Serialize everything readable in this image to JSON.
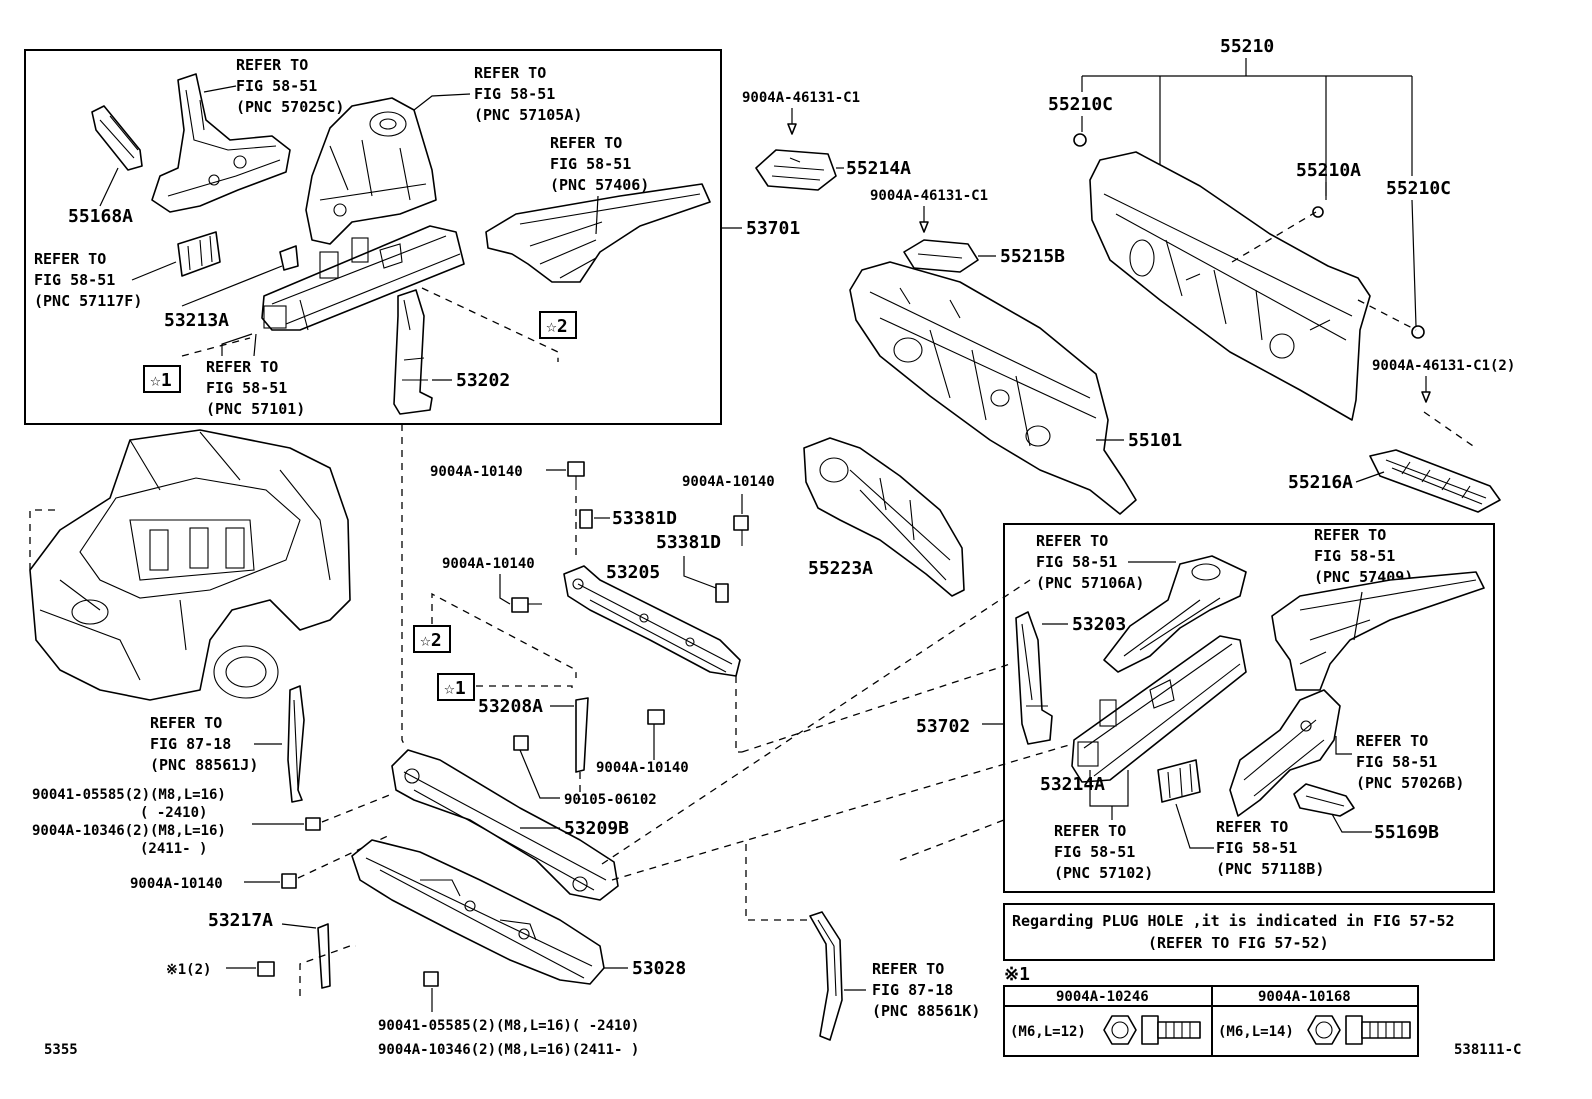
{
  "diagram": {
    "top_box": {
      "ref_57025c": [
        "REFER TO",
        "FIG 58-51",
        "(PNC 57025C)"
      ],
      "ref_57105a": [
        "REFER TO",
        "FIG 58-51",
        "(PNC 57105A)"
      ],
      "ref_57406": [
        "REFER TO",
        "FIG 58-51",
        "(PNC 57406)"
      ],
      "ref_57117f": [
        "REFER TO",
        "FIG 58-51",
        "(PNC 57117F)"
      ],
      "ref_57101": [
        "REFER TO",
        "FIG 58-51",
        "(PNC 57101)"
      ],
      "p_55168a": "55168A",
      "p_53213a": "53213A",
      "p_53202": "53202",
      "star1": "☆1",
      "star2": "☆2",
      "p_53701": "53701"
    },
    "upper_center": {
      "p_9004a_46131_c1_a": "9004A-46131-C1",
      "p_55214a": "55214A",
      "p_9004a_46131_c1_b": "9004A-46131-C1",
      "p_55215b": "55215B",
      "p_55101": "55101",
      "p_55223a": "55223A"
    },
    "upper_right": {
      "p_55210": "55210",
      "p_55210c_a": "55210C",
      "p_55210a": "55210A",
      "p_55210c_b": "55210C",
      "p_9004a_46131_c1_2": "9004A-46131-C1(2)",
      "p_55216a": "55216A"
    },
    "center": {
      "p_9004a_10140_a": "9004A-10140",
      "p_53381d_a": "53381D",
      "p_9004a_10140_b": "9004A-10140",
      "p_53381d_b": "53381D",
      "p_9004a_10140_c": "9004A-10140",
      "p_53205": "53205",
      "star2": "☆2",
      "star1": "☆1",
      "p_53208a": "53208A",
      "p_9004a_10140_d": "9004A-10140",
      "p_90105_06102": "90105-06102",
      "p_53209b": "53209B",
      "p_53028": "53028"
    },
    "left_lower": {
      "ref_88561j": [
        "REFER TO",
        "FIG 87-18",
        "(PNC 88561J)"
      ],
      "p_90041_a": "90041-05585(2)(M8,L=16)",
      "p_90041_a_range": "(      -2410)",
      "p_9004a_10346_a": "9004A-10346(2)(M8,L=16)",
      "p_9004a_10346_a_range": "(2411-      )",
      "p_9004a_10140_e": "9004A-10140",
      "p_53217a": "53217A",
      "p_x1_2": "※1(2)",
      "p_90041_b": "90041-05585(2)(M8,L=16)(      -2410)",
      "p_9004a_10346_b": "9004A-10346(2)(M8,L=16)(2411-      )",
      "corner_code": "5355"
    },
    "bottom_center": {
      "ref_88561k": [
        "REFER TO",
        "FIG 87-18",
        "(PNC 88561K)"
      ]
    },
    "right_box": {
      "ref_57106a": [
        "REFER TO",
        "FIG 58-51",
        "(PNC 57106A)"
      ],
      "ref_57409": [
        "REFER TO",
        "FIG 58-51",
        "(PNC 57409)"
      ],
      "p_53203": "53203",
      "p_53702": "53702",
      "p_53214a": "53214A",
      "ref_57026b": [
        "REFER TO",
        "FIG 58-51",
        "(PNC 57026B)"
      ],
      "p_55169b": "55169B",
      "ref_57102": [
        "REFER TO",
        "FIG 58-51",
        "(PNC 57102)"
      ],
      "ref_57118b": [
        "REFER TO",
        "FIG 58-51",
        "(PNC 57118B)"
      ]
    },
    "note": {
      "line1": "Regarding PLUG HOLE ,it is indicated in FIG 57-52",
      "line2": "(REFER TO FIG 57-52)"
    },
    "fastener_table": {
      "mark": "※1",
      "col1_head": "9004A-10246",
      "col1_spec": "(M6,L=12)",
      "col2_head": "9004A-10168",
      "col2_spec": "(M6,L=14)"
    },
    "figure_code": "538111-C"
  }
}
